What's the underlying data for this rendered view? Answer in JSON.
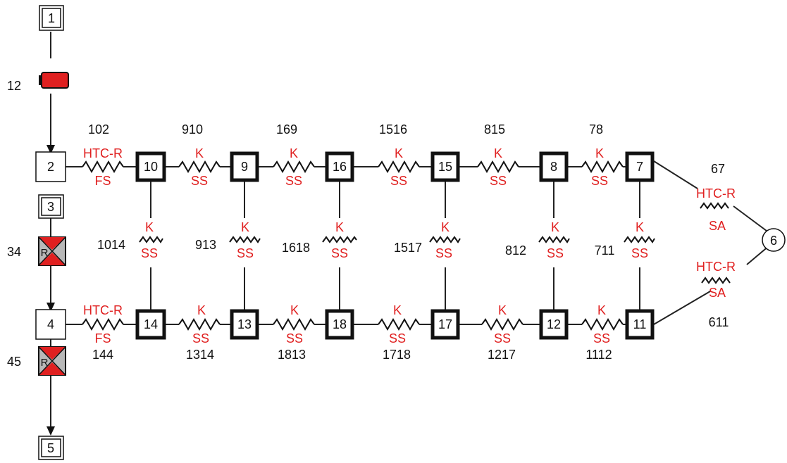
{
  "nodes": {
    "n1": "1",
    "n2": "2",
    "n3": "3",
    "n4": "4",
    "n5": "5",
    "n6": "6",
    "n7": "7",
    "n8": "8",
    "n9": "9",
    "n10": "10",
    "n11": "11",
    "n12": "12",
    "n13": "13",
    "n14": "14",
    "n15": "15",
    "n16": "16",
    "n17": "17",
    "n18": "18"
  },
  "components": {
    "c12": "12",
    "c34": "34",
    "c45": "45",
    "valve_letter": "R"
  },
  "link_ids": {
    "l102": "102",
    "l910": "910",
    "l169": "169",
    "l1516": "1516",
    "l815": "815",
    "l78": "78",
    "l67": "67",
    "l611": "611",
    "l1014": "1014",
    "l913": "913",
    "l1618": "1618",
    "l1517": "1517",
    "l812": "812",
    "l711": "711",
    "l144": "144",
    "l1314": "1314",
    "l1813": "1813",
    "l1718": "1718",
    "l1217": "1217",
    "l1112": "1112"
  },
  "link_types": {
    "htc_r": "HTC-R",
    "k": "K",
    "fs": "FS",
    "ss": "SS",
    "sa": "SA"
  },
  "colors": {
    "accent_red": "#e02020",
    "valve_gray": "#b8b8b8"
  }
}
